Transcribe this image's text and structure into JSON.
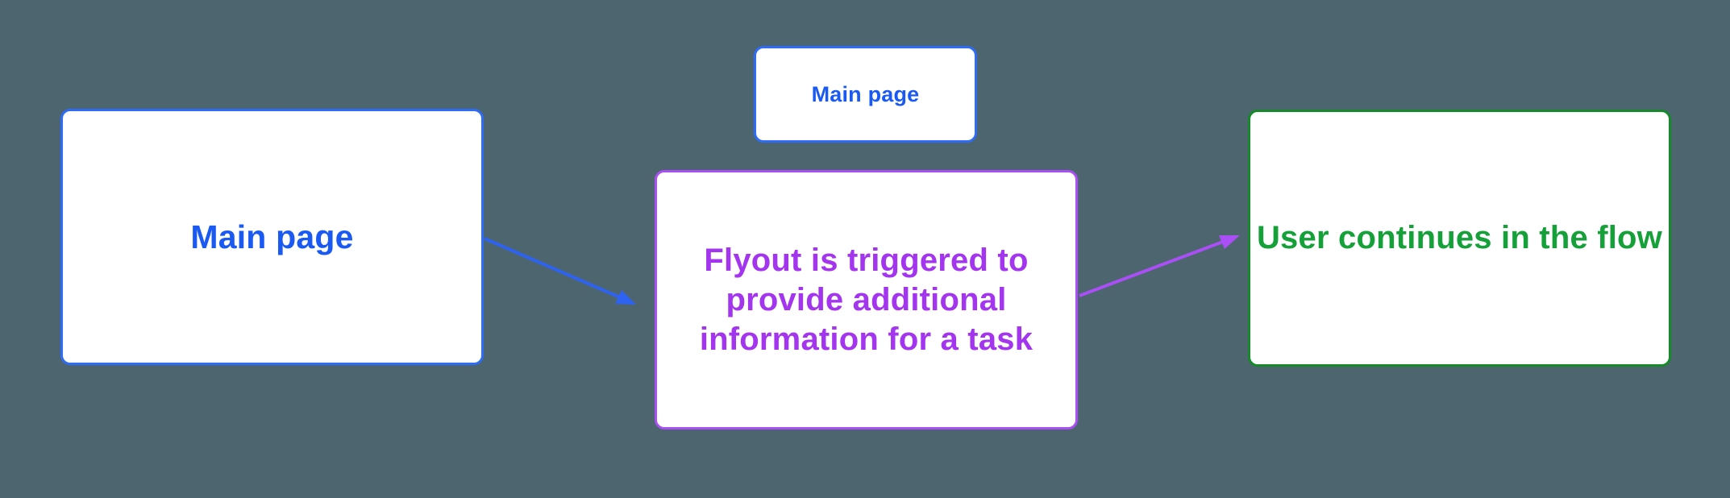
{
  "canvas": {
    "background_color": "#4D656E"
  },
  "nodes": [
    {
      "name": "main-page",
      "label": "Main page",
      "text_color": "#1A5AF2",
      "border_color": "#2E6BF6",
      "fill_color": "#FFFFFF"
    },
    {
      "name": "main-page-small",
      "label": "Main page",
      "text_color": "#1A5AF2",
      "border_color": "#2E6BF6",
      "fill_color": "#FFFFFF"
    },
    {
      "name": "flyout",
      "label_lines": [
        "Flyout is triggered to",
        "provide additional",
        "information for a task"
      ],
      "text_color": "#A335EF",
      "border_color": "#A94FF5",
      "fill_color": "#FFFFFF"
    },
    {
      "name": "user-continues",
      "label": "User continues in the flow",
      "text_color": "#16A03A",
      "border_color": "#148A28",
      "fill_color": "#FFFFFF"
    }
  ],
  "arrows": [
    {
      "name": "main-page-to-flyout",
      "color": "#2E63F2"
    },
    {
      "name": "flyout-to-user-continues",
      "color": "#A94FF5"
    }
  ]
}
